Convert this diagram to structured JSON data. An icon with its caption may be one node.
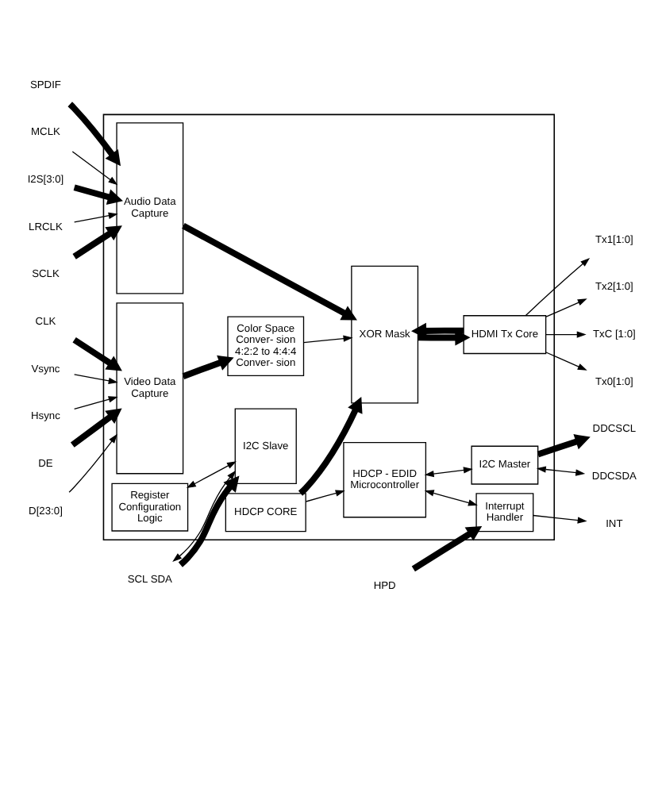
{
  "diagram": {
    "nodes": [
      {
        "text": [],
        "shape": "box"
      },
      {
        "text": [
          "SCL SDA"
        ]
      },
      {
        "text": [
          "INT"
        ]
      },
      {
        "text": [
          "Register Configuration Logic"
        ],
        "in": 0
      },
      {
        "text": [
          "I2C Slave"
        ],
        "in": 0
      },
      {
        "text": [
          "HDCP CORE"
        ],
        "in": 0
      },
      {
        "text": [
          "HDCP - EDID Microcontroller"
        ],
        "in": 0
      },
      {
        "text": [
          "Interrupt Handler"
        ],
        "in": 0
      },
      {
        "text": [
          "I2C Master"
        ],
        "in": 0
      },
      {
        "text": [
          "HPD"
        ]
      },
      {
        "text": [
          "DDCSDA"
        ]
      },
      {
        "text": [
          "DDCSCL"
        ]
      },
      {
        "text": [
          "CLK"
        ]
      },
      {
        "text": [
          "Vsync"
        ]
      },
      {
        "text": [
          "Hsync"
        ]
      },
      {
        "text": [
          "DE"
        ]
      },
      {
        "text": [
          "D[23:0]"
        ]
      },
      {
        "text": [
          "Video Data Capture"
        ],
        "in": 0
      },
      {
        "text": [
          "Color Space Conver- sion 4:2:2 to 4:4:4 Conver- sion"
        ],
        "in": 0
      },
      {
        "text": [
          "XOR Mask"
        ],
        "in": 0
      },
      {
        "text": [
          "HDMI Tx Core"
        ],
        "in": 0
      },
      {
        "text": [
          "Tx0[1:0]"
        ]
      },
      {
        "text": [
          "Tx1[1:0]"
        ]
      },
      {
        "text": [
          "Tx2[1:0]"
        ]
      },
      {
        "text": [
          "TxC [1:0]"
        ]
      },
      {
        "text": [
          "SPDIF"
        ]
      },
      {
        "text": [
          "MCLK"
        ]
      },
      {
        "text": [
          "I2S[3:0]"
        ]
      },
      {
        "text": [
          "LRCLK"
        ]
      },
      {
        "text": [
          "SCLK"
        ]
      },
      {
        "text": [
          "Audio Data Capture"
        ],
        "in": 0
      }
    ],
    "edges": [
      {
        "from": 1,
        "to": 4,
        "arrow": "to",
        "style": "thick"
      },
      {
        "from": 1,
        "to": 4,
        "arrow": "both"
      },
      {
        "from": 3,
        "to": 4,
        "arrow": "both"
      },
      {
        "from": 7,
        "to": 2,
        "arrow": "to"
      },
      {
        "from": 9,
        "to": 7,
        "arrow": "to",
        "style": "thick"
      },
      {
        "from": 5,
        "to": 6,
        "arrow": "to"
      },
      {
        "from": 6,
        "to": 7,
        "arrow": "both"
      },
      {
        "from": 6,
        "to": 8,
        "arrow": "both"
      },
      {
        "from": 8,
        "to": 10,
        "arrow": "both"
      },
      {
        "from": 8,
        "to": 11,
        "arrow": "to",
        "style": "thick"
      },
      {
        "from": 5,
        "to": 19,
        "arrow": "to",
        "style": "thick"
      },
      {
        "from": 12,
        "to": 17,
        "arrow": "to",
        "style": "thick"
      },
      {
        "from": 13,
        "to": 17,
        "arrow": "to"
      },
      {
        "from": 14,
        "to": 17,
        "arrow": "to"
      },
      {
        "from": 15,
        "to": 17,
        "arrow": "to",
        "style": "thick"
      },
      {
        "from": 16,
        "to": 17,
        "arrow": "to"
      },
      {
        "from": 17,
        "to": 18,
        "arrow": "to",
        "style": "thick"
      },
      {
        "from": 18,
        "to": 19,
        "arrow": "to"
      },
      {
        "from": 30,
        "to": 19,
        "arrow": "to",
        "style": "thick"
      },
      {
        "from": 19,
        "to": 20,
        "arrow": "to",
        "style": "thick"
      },
      {
        "from": 20,
        "to": 19,
        "arrow": "to",
        "style": "thick"
      },
      {
        "from": 20,
        "to": 21,
        "arrow": "to"
      },
      {
        "from": 20,
        "to": 22,
        "arrow": "to"
      },
      {
        "from": 20,
        "to": 23,
        "arrow": "to"
      },
      {
        "from": 20,
        "to": 24,
        "arrow": "to"
      },
      {
        "from": 25,
        "to": 30,
        "arrow": "to",
        "style": "thick"
      },
      {
        "from": 26,
        "to": 30,
        "arrow": "to"
      },
      {
        "from": 27,
        "to": 30,
        "arrow": "to",
        "style": "thick"
      },
      {
        "from": 28,
        "to": 30,
        "arrow": "to"
      },
      {
        "from": 29,
        "to": 30,
        "arrow": "to",
        "style": "thick"
      }
    ]
  }
}
